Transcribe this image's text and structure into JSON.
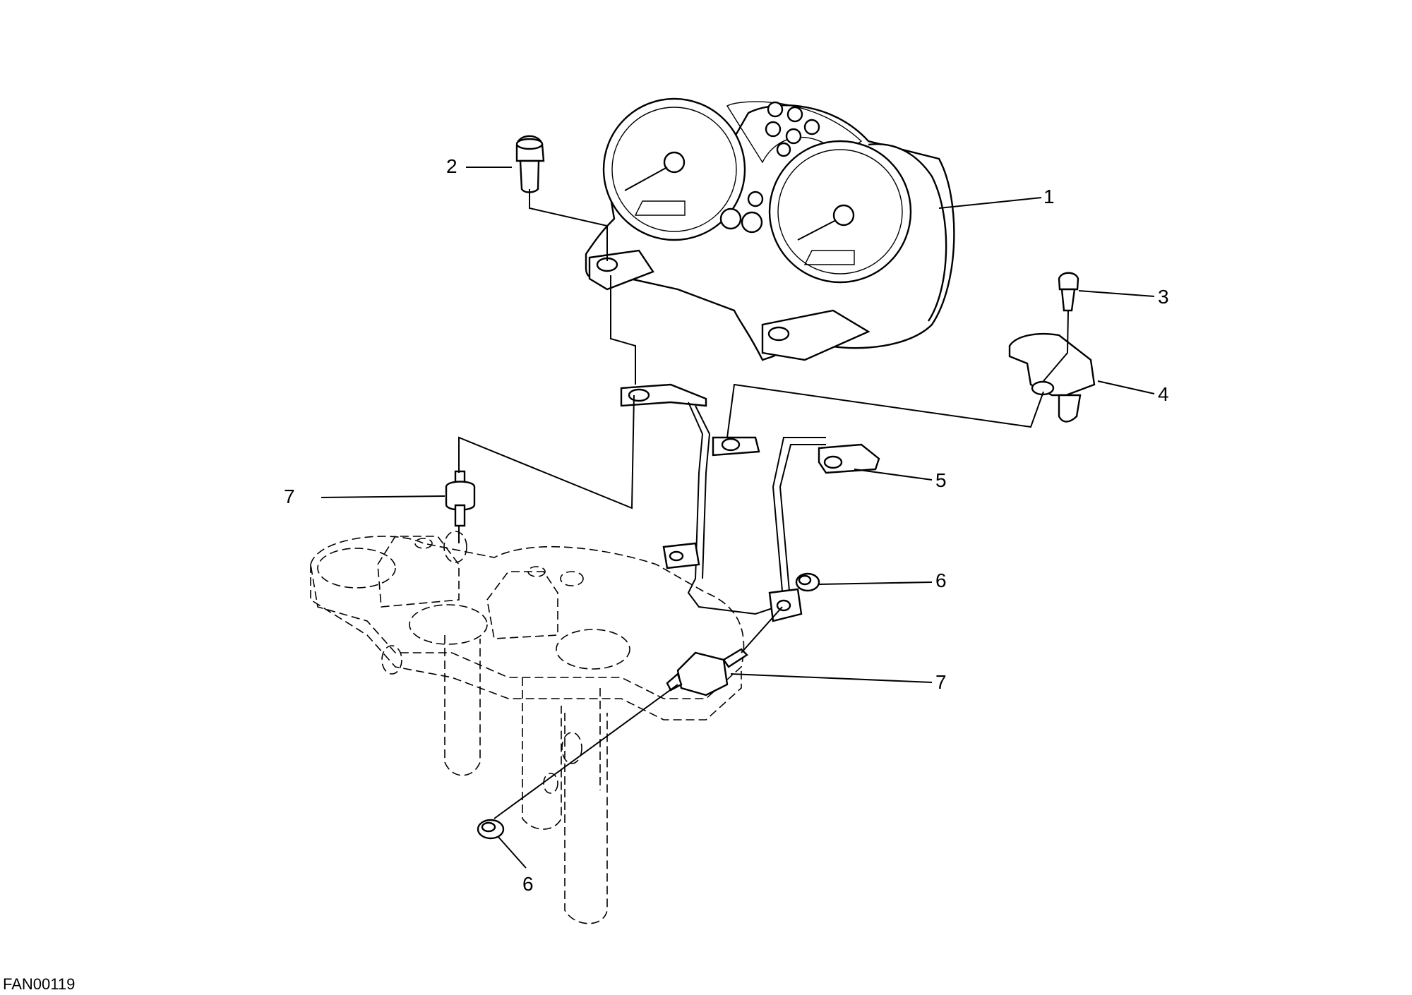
{
  "drawing_code": "FAN00119",
  "callouts": [
    {
      "id": "c1",
      "label": "1"
    },
    {
      "id": "c2",
      "label": "2"
    },
    {
      "id": "c3",
      "label": "3"
    },
    {
      "id": "c4",
      "label": "4"
    },
    {
      "id": "c5",
      "label": "5"
    },
    {
      "id": "c6a",
      "label": "6"
    },
    {
      "id": "c6b",
      "label": "6"
    },
    {
      "id": "c7a",
      "label": "7"
    },
    {
      "id": "c7b",
      "label": "7"
    }
  ],
  "colors": {
    "ink": "#000000",
    "paper": "#ffffff"
  }
}
